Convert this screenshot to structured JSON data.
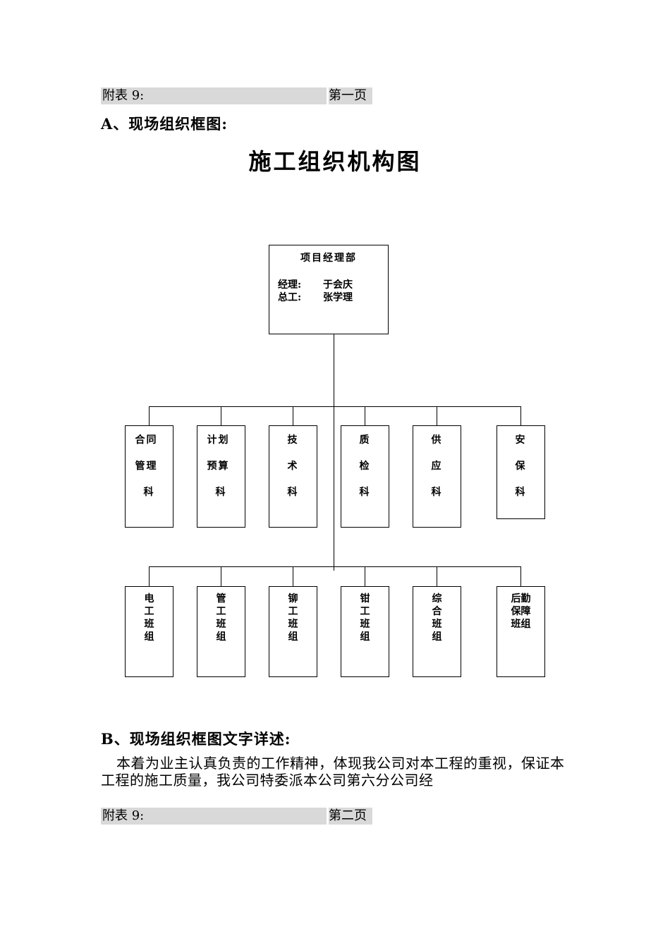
{
  "header1": {
    "label": "附表 9:",
    "page": "第一页"
  },
  "sectionA": "A、现场组织框图:",
  "title": "施工组织机构图",
  "org": {
    "pm": {
      "title": "项目经理部",
      "rows": [
        {
          "key": "经理:",
          "value": "于会庆"
        },
        {
          "key": "总工:",
          "value": "张学理"
        }
      ]
    },
    "departments": [
      {
        "lines": [
          "合同",
          "管理",
          "科"
        ]
      },
      {
        "lines": [
          "计划",
          "预算",
          "科"
        ]
      },
      {
        "lines": [
          "技",
          "术",
          "科"
        ]
      },
      {
        "lines": [
          "质",
          "检",
          "科"
        ]
      },
      {
        "lines": [
          "供",
          "应",
          "科"
        ]
      },
      {
        "lines": [
          "安",
          "保",
          "科"
        ]
      }
    ],
    "teams": [
      {
        "lines": [
          "电",
          "工",
          "班",
          "组"
        ]
      },
      {
        "lines": [
          "管",
          "工",
          "班",
          "组"
        ]
      },
      {
        "lines": [
          "铆",
          "工",
          "班",
          "组"
        ]
      },
      {
        "lines": [
          "钳",
          "工",
          "班",
          "组"
        ]
      },
      {
        "lines": [
          "综",
          "合",
          "班",
          "组"
        ]
      },
      {
        "lines": [
          "后勤",
          "保障",
          "班组"
        ]
      }
    ]
  },
  "sectionB": "B、现场组织框图文字详述:",
  "paragraph": "本着为业主认真负责的工作精神，体现我公司对本工程的重视，保证本工程的施工质量，我公司特委派本公司第六分公司经",
  "header2": {
    "label": "附表 9:",
    "page": "第二页"
  }
}
